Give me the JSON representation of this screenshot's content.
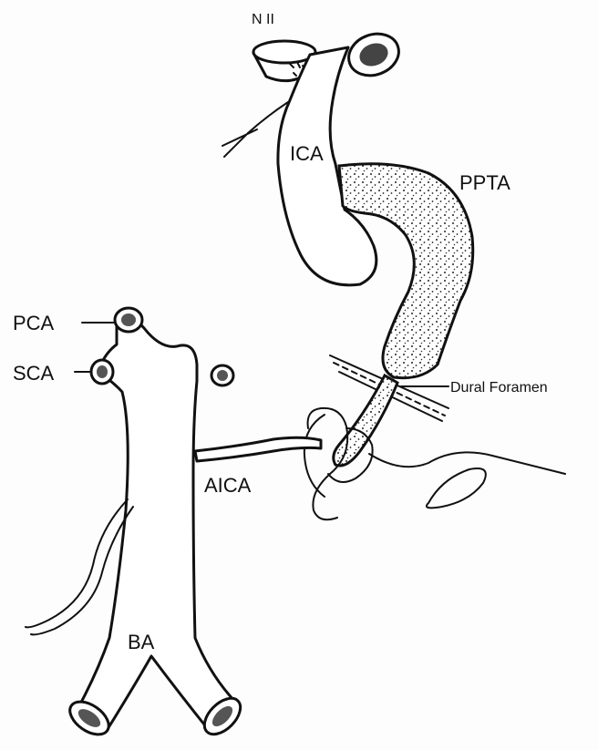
{
  "labels": {
    "n2": "N II",
    "ica": "ICA",
    "ppta": "PPTA",
    "pca": "PCA",
    "sca": "SCA",
    "dural_foramen": "Dural Foramen",
    "aica": "AICA",
    "ba": "BA"
  }
}
